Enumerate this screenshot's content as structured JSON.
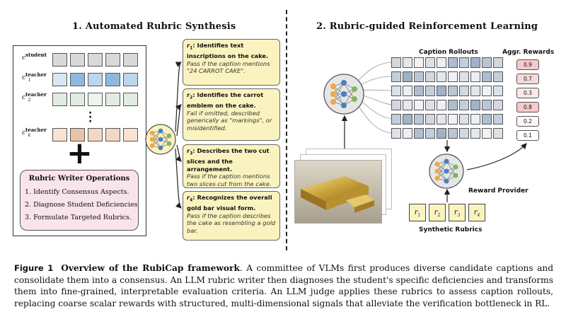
{
  "panel1": {
    "title": "1. Automated Rubric Synthesis",
    "rows": [
      {
        "label": "c",
        "sup": "student",
        "sub": ""
      },
      {
        "label": "c",
        "sup": "teacher",
        "sub": "1"
      },
      {
        "label": "c",
        "sup": "teacher",
        "sub": "2"
      },
      {
        "label": "c",
        "sup": "teacher",
        "sub": "k"
      }
    ],
    "operations": {
      "title": "Rubric Writer Operations",
      "items": [
        "1. Identify Consensus Aspects.",
        "2. Diagnose Student Deficiencies",
        "3. Formulate Targeted Rubrics."
      ]
    },
    "rubrics": [
      {
        "id": "r",
        "sub": "1",
        "head": ": Identifies text inscriptions on the cake.",
        "criterion": "Pass if the caption mentions \"24 CARROT CAKE\"."
      },
      {
        "id": "r",
        "sub": "2",
        "head": ": Identifies the carrot emblem on the cake.",
        "criterion": "Fail if omitted, described generically as \"markings\", or misidentified."
      },
      {
        "id": "r",
        "sub": "3",
        "head": ": Describes the two cut slices and the arrangement.",
        "criterion": "Pass if the caption mentions two slices cut from the cake."
      },
      {
        "id": "r",
        "sub": "4",
        "head": ": Recognizes the overall gold bar visual form.",
        "criterion": "Pass if the caption describes the cake as resembling a gold bar."
      }
    ]
  },
  "panel2": {
    "title": "2. Rubric-guided Reinforcement Learning",
    "rollouts_label": "Caption Rollouts",
    "rewards_label": "Aggr. Rewards",
    "rewards": [
      "0.9",
      "0.7",
      "0.3",
      "0.8",
      "0.2",
      "0.1"
    ],
    "reward_colors": [
      "#f7c9c9",
      "#f9d9d9",
      "#fbe8e8",
      "#f7c9c9",
      "#fff5f5",
      "#ffffff"
    ],
    "reward_provider_label": "Reward Provider",
    "synthetic_label": "Synthetic Rubrics",
    "synthetic": [
      {
        "id": "r",
        "sub": "1"
      },
      {
        "id": "r",
        "sub": "2"
      },
      {
        "id": "r",
        "sub": "3"
      },
      {
        "id": "r",
        "sub": "4"
      }
    ]
  },
  "caption": {
    "fig": "Figure 1",
    "title": "Overview of the RubiCap framework",
    "text": ". A committee of VLMs first produces diverse candidate captions and consolidate them into a consensus.  An LLM rubric writer then diagnoses the student's specific deficiencies and transforms them into fine-grained, interpretable evaluation criteria.  An LLM judge applies these rubrics to assess caption rollouts, replacing coarse scalar rewards with structured, multi-dimensional signals that alleviate the verification bottleneck in RL."
  },
  "colors": {
    "rubric_fill": "#faf3bf",
    "ops_fill": "#f8e4ea",
    "row_student": "#d9d9d9",
    "row_teacher1": "#bcd6ee",
    "row_teacher2": "#e2ece2",
    "row_teacherk": "#f2d8c4"
  }
}
